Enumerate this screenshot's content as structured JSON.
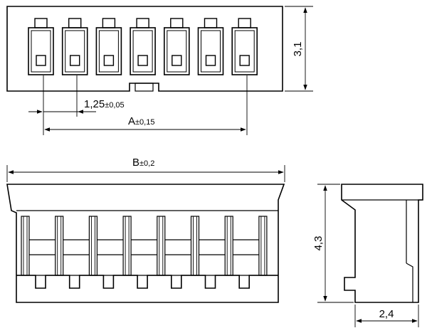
{
  "dimensions": {
    "height_top": "3,1",
    "pitch": {
      "value": "1,25",
      "tolerance": "±0,05"
    },
    "a": {
      "value": "A",
      "tolerance": "±0,15"
    },
    "b": {
      "value": "B",
      "tolerance": "±0,2"
    },
    "height_side": "4,3",
    "width_side": "2,4"
  },
  "pin_count": 7,
  "colors": {
    "line": "#000000",
    "background": "#ffffff"
  }
}
